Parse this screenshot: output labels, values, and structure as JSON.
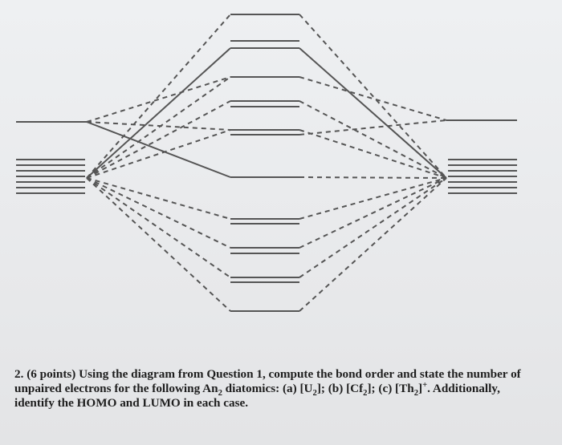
{
  "question": {
    "prefix": "2. (6 points) Using the diagram from Question 1, compute the bond order and state the number of unpaired electrons for the following An",
    "an_sub": "2",
    "mid_a": " diatomics: (a) [U",
    "u_sub": "2",
    "mid_b": "]; (b) [Cf",
    "cf_sub": "2",
    "mid_c": "]; (c) [Th",
    "th_sub": "2",
    "th_close": "]",
    "th_sup": "+",
    "suffix": ". Additionally, identify the HOMO and LUMO in each case."
  },
  "colors": {
    "line": "#555555",
    "text": "#1e1e1e",
    "paper": "#eceef0"
  }
}
